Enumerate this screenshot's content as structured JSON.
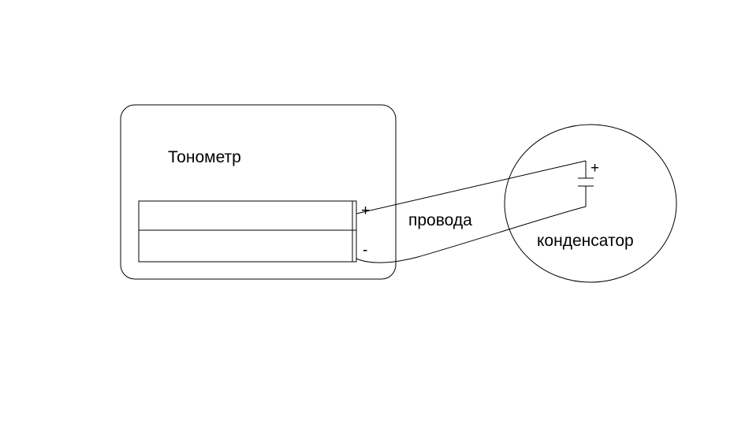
{
  "labels": {
    "tonometer": "Тонометр",
    "wires": "провода",
    "capacitor": "конденсатор",
    "tonometer_plus": "+",
    "tonometer_minus": "-",
    "capacitor_plus": "+"
  },
  "colors": {
    "stroke": "#000000",
    "background": "#ffffff"
  }
}
